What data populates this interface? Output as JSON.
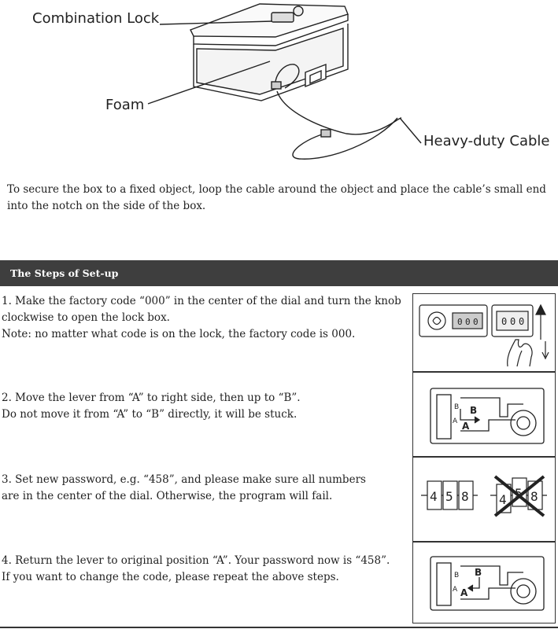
{
  "diagram": {
    "labels": {
      "combination_lock": "Combination Lock",
      "foam": "Foam",
      "cable": "Heavy-duty Cable"
    }
  },
  "intro": {
    "line1": "To secure the box to a fixed object, loop the cable around the object and place the cable’s small end",
    "line2": "into the notch on the side of the box."
  },
  "section": {
    "title": "The Steps of Set-up"
  },
  "steps": [
    {
      "line1": "1.  Make the factory code “000” in the center of the dial and turn the knob",
      "line2": "clockwise to open the lock box.",
      "line3": "Note: no matter what code is on the lock, the factory code is 000."
    },
    {
      "line1": "2.  Move the lever from “A” to right side, then up to “B”.",
      "line2": "Do not move it from “A” to “B” directly, it will be stuck."
    },
    {
      "line1": "3.  Set new password, e.g. “458”, and please make sure all numbers",
      "line2": "are in the center of the dial. Otherwise, the program will fail."
    },
    {
      "line1": "4.  Return the lever to original position “A”. Your password now is “458”.",
      "line2": "If you want to change the code, please repeat the above steps."
    }
  ],
  "illustrations": {
    "dial_digits": [
      "0",
      "0",
      "0"
    ],
    "lever_marks": {
      "a": "A",
      "b": "B"
    },
    "good_digits": [
      "4",
      "5",
      "8"
    ],
    "bad_digits": [
      "4",
      "5",
      "8"
    ]
  }
}
